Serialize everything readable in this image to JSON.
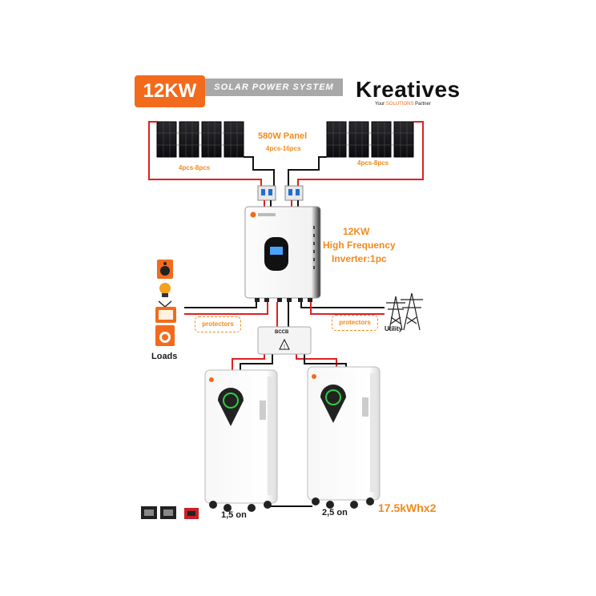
{
  "banner": {
    "power_badge": "12KW",
    "title": "SOLAR POWER SYSTEM",
    "brand": "Kreatives",
    "tagline_prefix": "Your ",
    "tagline_accent": "SOLUTIONS",
    "tagline_suffix": " Partner"
  },
  "panels": {
    "model": "580W Panel",
    "total_qty": "4pcs-16pcs",
    "left_qty": "4pcs-8pcs",
    "right_qty": "4pcs-8pcs"
  },
  "inverter": {
    "line1": "12KW",
    "line2": "High Frequency",
    "line3": "Inverter:1pc"
  },
  "loads": {
    "label": "Loads"
  },
  "utility": {
    "label": "Utility"
  },
  "protectors": {
    "left": "protectors",
    "right": "protectors"
  },
  "combiner": {
    "label": "BCCB"
  },
  "batteries": {
    "left_label": "1,5 on",
    "right_label": "2,5 on",
    "capacity": "17.5kWhx2"
  },
  "colors": {
    "accent_orange": "#f08a1c",
    "badge_orange": "#f26b1d",
    "wire_red": "#e02020",
    "wire_black": "#111111",
    "battery_ring": "#2ecc40"
  }
}
